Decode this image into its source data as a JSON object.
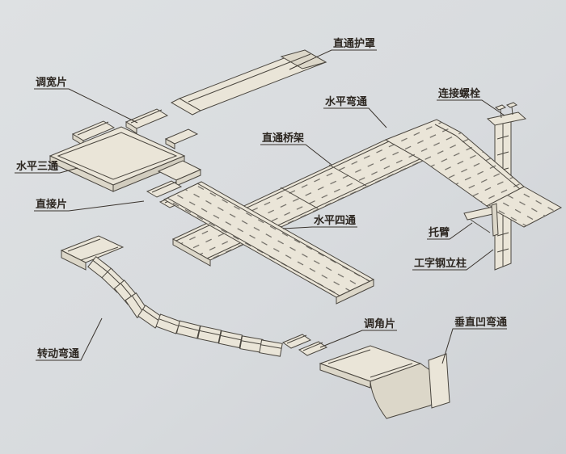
{
  "diagram": {
    "type": "isometric-technical-line-drawing",
    "subject": "cable-tray-assembly",
    "labels": {
      "straight_cover": "直通护罩",
      "width_adjust": "调宽片",
      "horizontal_bend": "水平弯通",
      "connecting_bolt": "连接螺栓",
      "straight_tray": "直通桥架",
      "horizontal_tee": "水平三通",
      "direct_piece": "直接片",
      "horizontal_cross": "水平四通",
      "support_arm": "托臂",
      "i_beam_column": "工字钢立柱",
      "angle_adjust": "调角片",
      "vertical_concave_bend": "垂直凹弯通",
      "rotating_bend": "转动弯通"
    },
    "colors": {
      "background": "#d8dbde",
      "line": "#4a463f",
      "tray_fill": "#eae5d8",
      "label_text": "#2c2620"
    }
  }
}
